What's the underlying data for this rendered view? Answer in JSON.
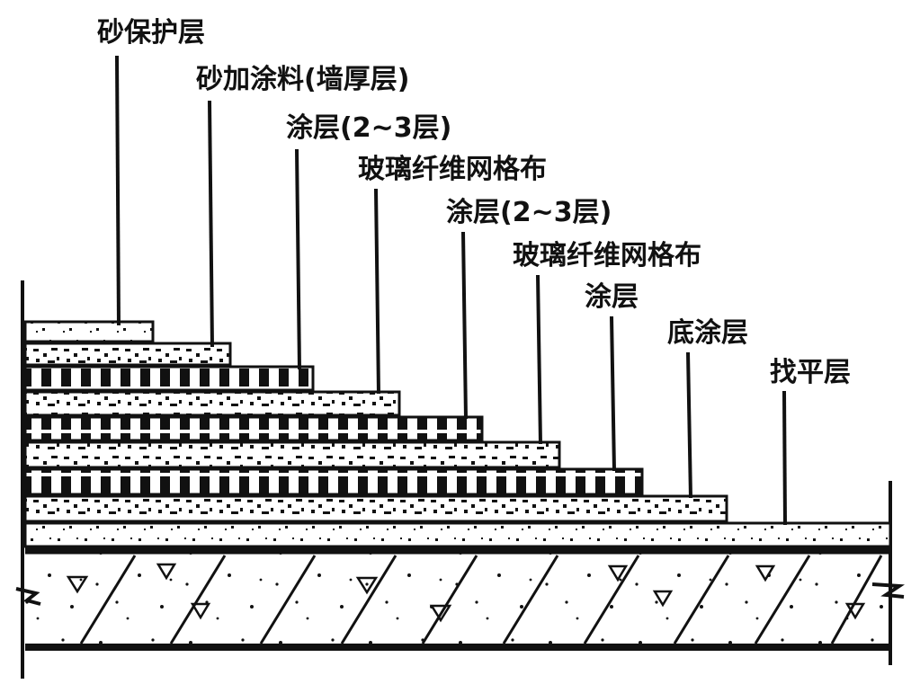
{
  "labels": {
    "sand_protection": "砂保护层",
    "sand_coating": "砂加涂料(墙厚层)",
    "coating_a": "涂层(2~3层)",
    "mesh_a": "玻璃纤维网格布",
    "coating_b": "涂层(2~3层)",
    "mesh_b": "玻璃纤维网格布",
    "coating_c": "涂层",
    "base_coat": "底涂层",
    "leveling": "找平层"
  }
}
